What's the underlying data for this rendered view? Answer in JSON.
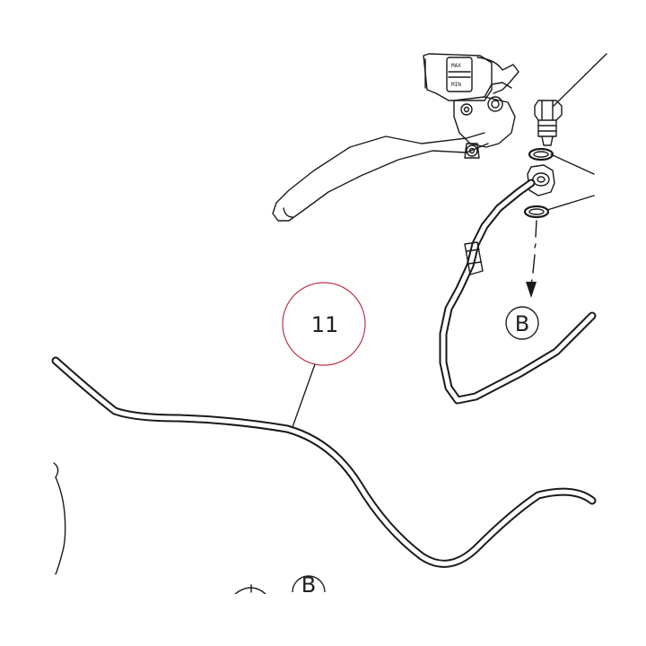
{
  "callouts": {
    "part_number": "11",
    "ref_upper": "B",
    "ref_lower": "B"
  },
  "reservoir_marks": {
    "max": "MAX",
    "min": "MIN"
  },
  "colors": {
    "line": "#1a1a1a",
    "callout_highlight": "#c0304a"
  }
}
